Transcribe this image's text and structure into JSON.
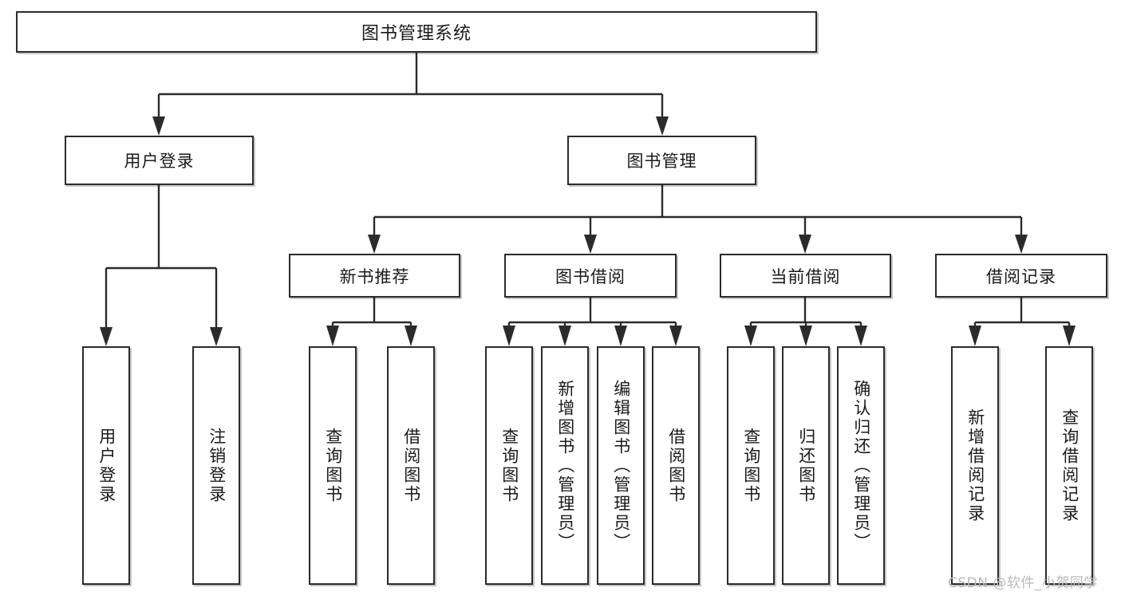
{
  "diagram": {
    "title": "图书管理系统",
    "type": "functional-structure-tree",
    "root": {
      "label": "图书管理系统"
    },
    "level2": [
      {
        "label": "用户登录"
      },
      {
        "label": "图书管理"
      }
    ],
    "level3": [
      {
        "label": "新书推荐"
      },
      {
        "label": "图书借阅"
      },
      {
        "label": "当前借阅"
      },
      {
        "label": "借阅记录"
      }
    ],
    "leaves": {
      "user_login": [
        {
          "label": "用户登录"
        },
        {
          "label": "注销登录"
        }
      ],
      "new_book_recommend": [
        {
          "label": "查询图书"
        },
        {
          "label": "借阅图书"
        }
      ],
      "book_borrow": [
        {
          "label": "查询图书"
        },
        {
          "label": "新增图书（管理员）"
        },
        {
          "label": "编辑图书（管理员）"
        },
        {
          "label": "借阅图书"
        }
      ],
      "current_borrow": [
        {
          "label": "查询图书"
        },
        {
          "label": "归还图书"
        },
        {
          "label": "确认归还（管理员）"
        }
      ],
      "borrow_record": [
        {
          "label": "新增借阅记录"
        },
        {
          "label": "查询借阅记录"
        }
      ]
    }
  },
  "watermark": {
    "text": "CSDN @软件_小贺同学"
  },
  "colors": {
    "stroke": "#2b2b2b",
    "box_fill": "#ffffff",
    "text": "#1a1a1a",
    "watermark": "#b9b9b9",
    "background": "#ffffff"
  }
}
